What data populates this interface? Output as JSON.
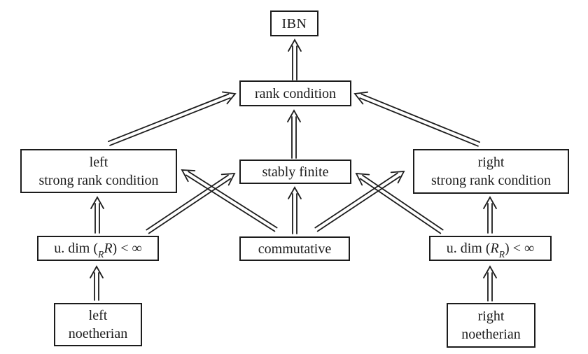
{
  "diagram": {
    "colors": {
      "ink": "#1c1c1c",
      "background": "#ffffff"
    },
    "nodes": {
      "ibn": {
        "label": "IBN"
      },
      "rank_condition": {
        "label": "rank condition"
      },
      "left_strong_rank_condition": {
        "line1": "left",
        "line2": "strong rank condition"
      },
      "stably_finite": {
        "label": "stably finite"
      },
      "right_strong_rank_condition": {
        "line1": "right",
        "line2": "strong rank condition"
      },
      "udim_left": {
        "prefix": "u. dim (",
        "subscript": "R",
        "variable": "R",
        "suffix": ") < ∞"
      },
      "commutative": {
        "label": "commutative"
      },
      "udim_right": {
        "prefix": "u. dim (",
        "variable": "R",
        "subscript": "R",
        "suffix": ") < ∞"
      },
      "left_noetherian": {
        "line1": "left",
        "line2": "noetherian"
      },
      "right_noetherian": {
        "line1": "right",
        "line2": "noetherian"
      }
    },
    "edges": [
      {
        "from": "rank_condition",
        "to": "ibn"
      },
      {
        "from": "stably_finite",
        "to": "rank_condition"
      },
      {
        "from": "left_strong_rank_condition",
        "to": "rank_condition"
      },
      {
        "from": "right_strong_rank_condition",
        "to": "rank_condition"
      },
      {
        "from": "udim_left",
        "to": "left_strong_rank_condition"
      },
      {
        "from": "commutative",
        "to": "stably_finite"
      },
      {
        "from": "udim_right",
        "to": "right_strong_rank_condition"
      },
      {
        "from": "udim_left",
        "to": "stably_finite"
      },
      {
        "from": "udim_right",
        "to": "stably_finite"
      },
      {
        "from": "commutative",
        "to": "left_strong_rank_condition"
      },
      {
        "from": "commutative",
        "to": "right_strong_rank_condition"
      },
      {
        "from": "left_noetherian",
        "to": "udim_left"
      },
      {
        "from": "right_noetherian",
        "to": "udim_right"
      }
    ]
  }
}
